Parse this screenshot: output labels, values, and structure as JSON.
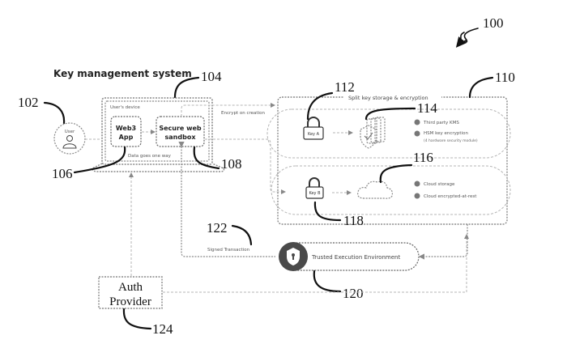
{
  "title": "Key management system",
  "figure_ref": "100",
  "user": {
    "label": "User",
    "ref": "102",
    "icon": "person-icon"
  },
  "device": {
    "label": "User's device",
    "ref": "104",
    "web3_app": {
      "line1": "Web3",
      "line2": "App",
      "ref": "106"
    },
    "sandbox": {
      "line1": "Secure web",
      "line2": "sandbox",
      "ref": "108"
    },
    "note": "Data goes one way"
  },
  "encrypt_label": "Encrypt on creation",
  "split_storage": {
    "title": "Split key storage & encryption",
    "ref": "110",
    "key_a": {
      "label": "Key A",
      "ref": "112",
      "target_ref": "114",
      "target_icon": "shield-server-stack-icon",
      "features": [
        "Third party KMS",
        "HSM key encryption",
        "(4 hardware security module)"
      ]
    },
    "key_b": {
      "label": "Key B",
      "ref": "118",
      "target_ref": "116",
      "target_icon": "cloud-icon",
      "features": [
        "Cloud storage",
        "Cloud encrypted-at-rest"
      ]
    }
  },
  "tee": {
    "label": "Trusted Execution Environment",
    "ref": "120",
    "icon": "shield-lock-icon"
  },
  "signed_tx": {
    "label": "Signed Transaction",
    "ref": "122"
  },
  "auth_provider": {
    "line1": "Auth",
    "line2": "Provider",
    "ref": "124"
  }
}
